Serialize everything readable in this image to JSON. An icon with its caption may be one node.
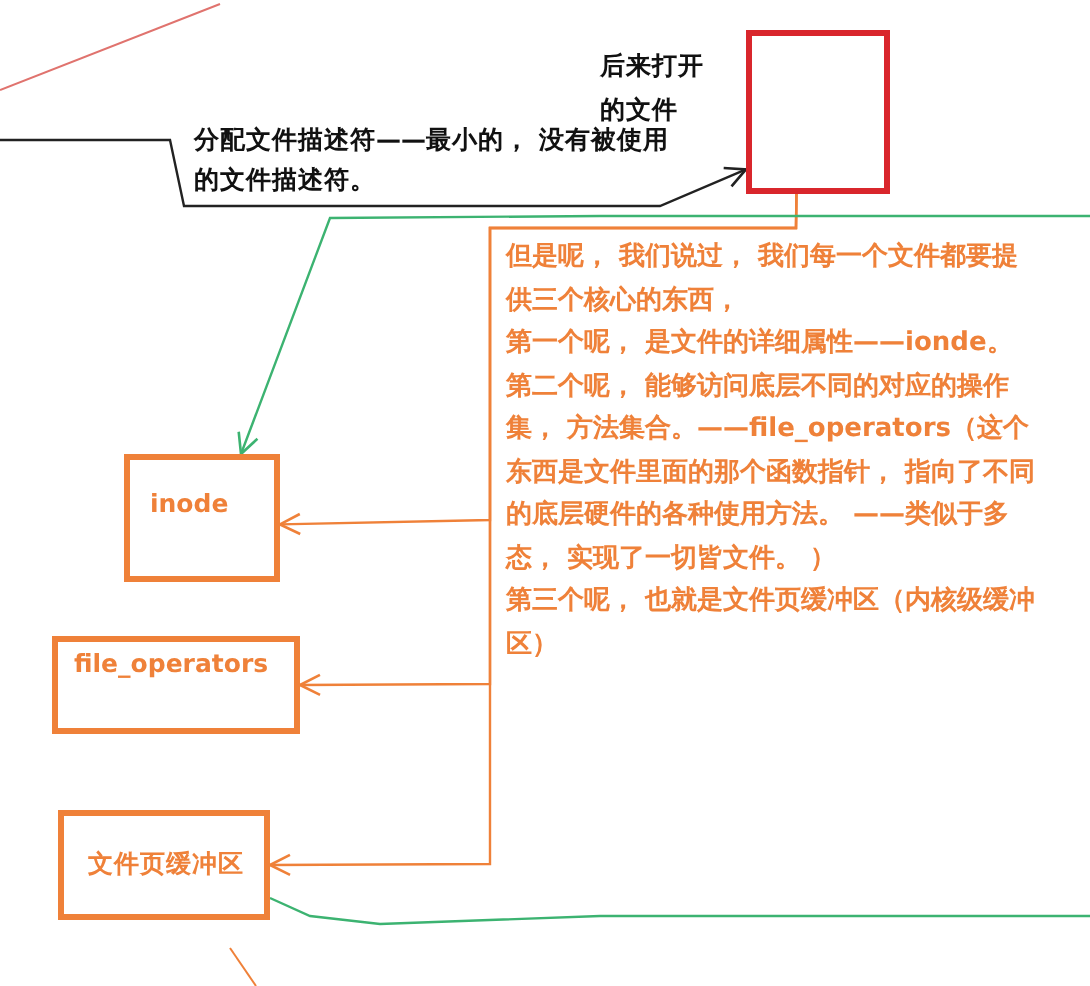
{
  "diagram": {
    "nodes": [
      {
        "text": [],
        "shape": "box"
      },
      {
        "text": [
          "分配文件描述符——最小的， 没有被使用的文件描述符。"
        ]
      },
      {
        "text": [
          "但是呢， 我们说过， 我们每一个文件都要提供三个核心的东西，",
          "第一个呢， 是文件的详细属性——ionde。",
          "第二个呢， 能够访问底层不同的对应的操作集， 方法集合。——file_operators（这个东西是文件里面的那个函数指针， 指向了不同的底层硬件的各种使用方法。 ——类似于多态， 实现了一切皆文件。 ）",
          "第三个呢， 也就是文件页缓冲区（内核级缓冲区）"
        ]
      },
      {
        "text": [
          "inode"
        ]
      },
      {
        "text": [
          "file_operators"
        ]
      },
      {
        "text": [
          "文件页缓冲区"
        ]
      }
    ],
    "edges": [
      {
        "from": null,
        "to": 0,
        "arrow": "to",
        "color": "#222222"
      },
      {
        "from": 0,
        "to": 3,
        "arrow": "to"
      },
      {
        "from": 0,
        "to": 4,
        "arrow": "to"
      },
      {
        "from": 0,
        "to": 5,
        "arrow": "to"
      },
      {
        "from": null,
        "to": 3,
        "arrow": "to",
        "color": "#3cb371"
      },
      {
        "from": null,
        "to": 5,
        "arrow": "none",
        "color": "#3cb371"
      }
    ],
    "labels": [
      "后来打开的文件"
    ]
  }
}
